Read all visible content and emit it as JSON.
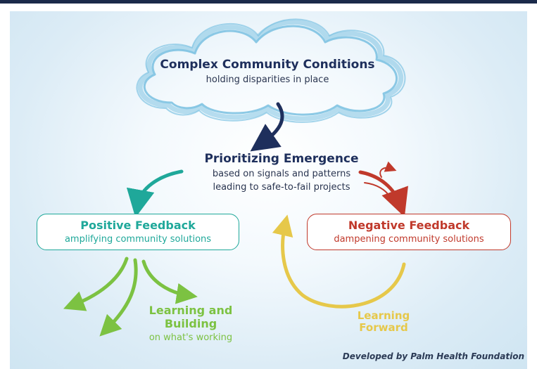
{
  "cloud": {
    "title": "Complex Community Conditions",
    "subtitle": "holding disparities in place"
  },
  "emergence": {
    "title": "Prioritizing Emergence",
    "line1": "based on signals and patterns",
    "line2": "leading to safe-to-fail projects"
  },
  "positive": {
    "title": "Positive Feedback",
    "subtitle": "amplifying community solutions"
  },
  "negative": {
    "title": "Negative Feedback",
    "subtitle": "dampening community solutions"
  },
  "learning_building": {
    "line1": "Learning and",
    "line2": "Building",
    "subtitle": "on what's working"
  },
  "learning_forward": {
    "line1": "Learning",
    "line2": "Forward"
  },
  "credit": "Developed by Palm Health Foundation",
  "colors": {
    "navy": "#1e2f5c",
    "teal": "#1fa89a",
    "red": "#c0392b",
    "green": "#7cc242",
    "yellow": "#e6c84a",
    "cloud_blue": "#7fc3e2"
  }
}
